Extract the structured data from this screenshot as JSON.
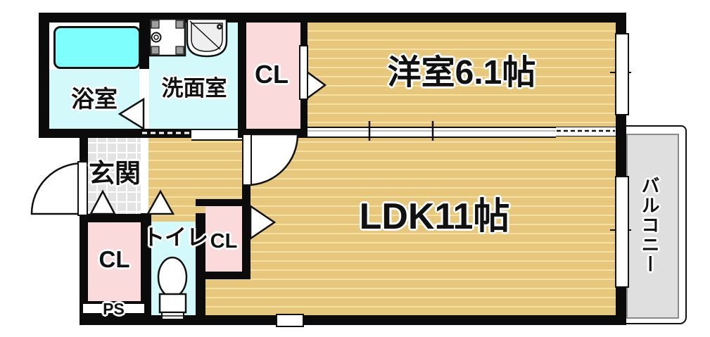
{
  "floorplan": {
    "rooms": {
      "bath": {
        "label": "浴室"
      },
      "washroom": {
        "label": "洗面室"
      },
      "closet_top": {
        "label": "CL"
      },
      "western": {
        "label": "洋室6.1帖"
      },
      "entrance": {
        "label": "玄関"
      },
      "ldk": {
        "label": "LDK11帖"
      },
      "closet_left": {
        "label": "CL"
      },
      "toilet": {
        "label": "トイレ"
      },
      "closet_mid": {
        "label": "CL"
      },
      "pipe_space": {
        "label": "PS"
      },
      "balcony": {
        "label": "バルコニー"
      }
    },
    "colors": {
      "wall": "#0b0b0b",
      "wood_floor": "#E7C77B",
      "wood_stripe": "#F3E0A4",
      "wet_room_floor": "#D4F9FA",
      "bathtub": "#7FFEFE",
      "closet_floor": "#FADADA",
      "entrance_tile": "#E3E3E3",
      "balcony_floor": "#DFDFDF"
    }
  }
}
